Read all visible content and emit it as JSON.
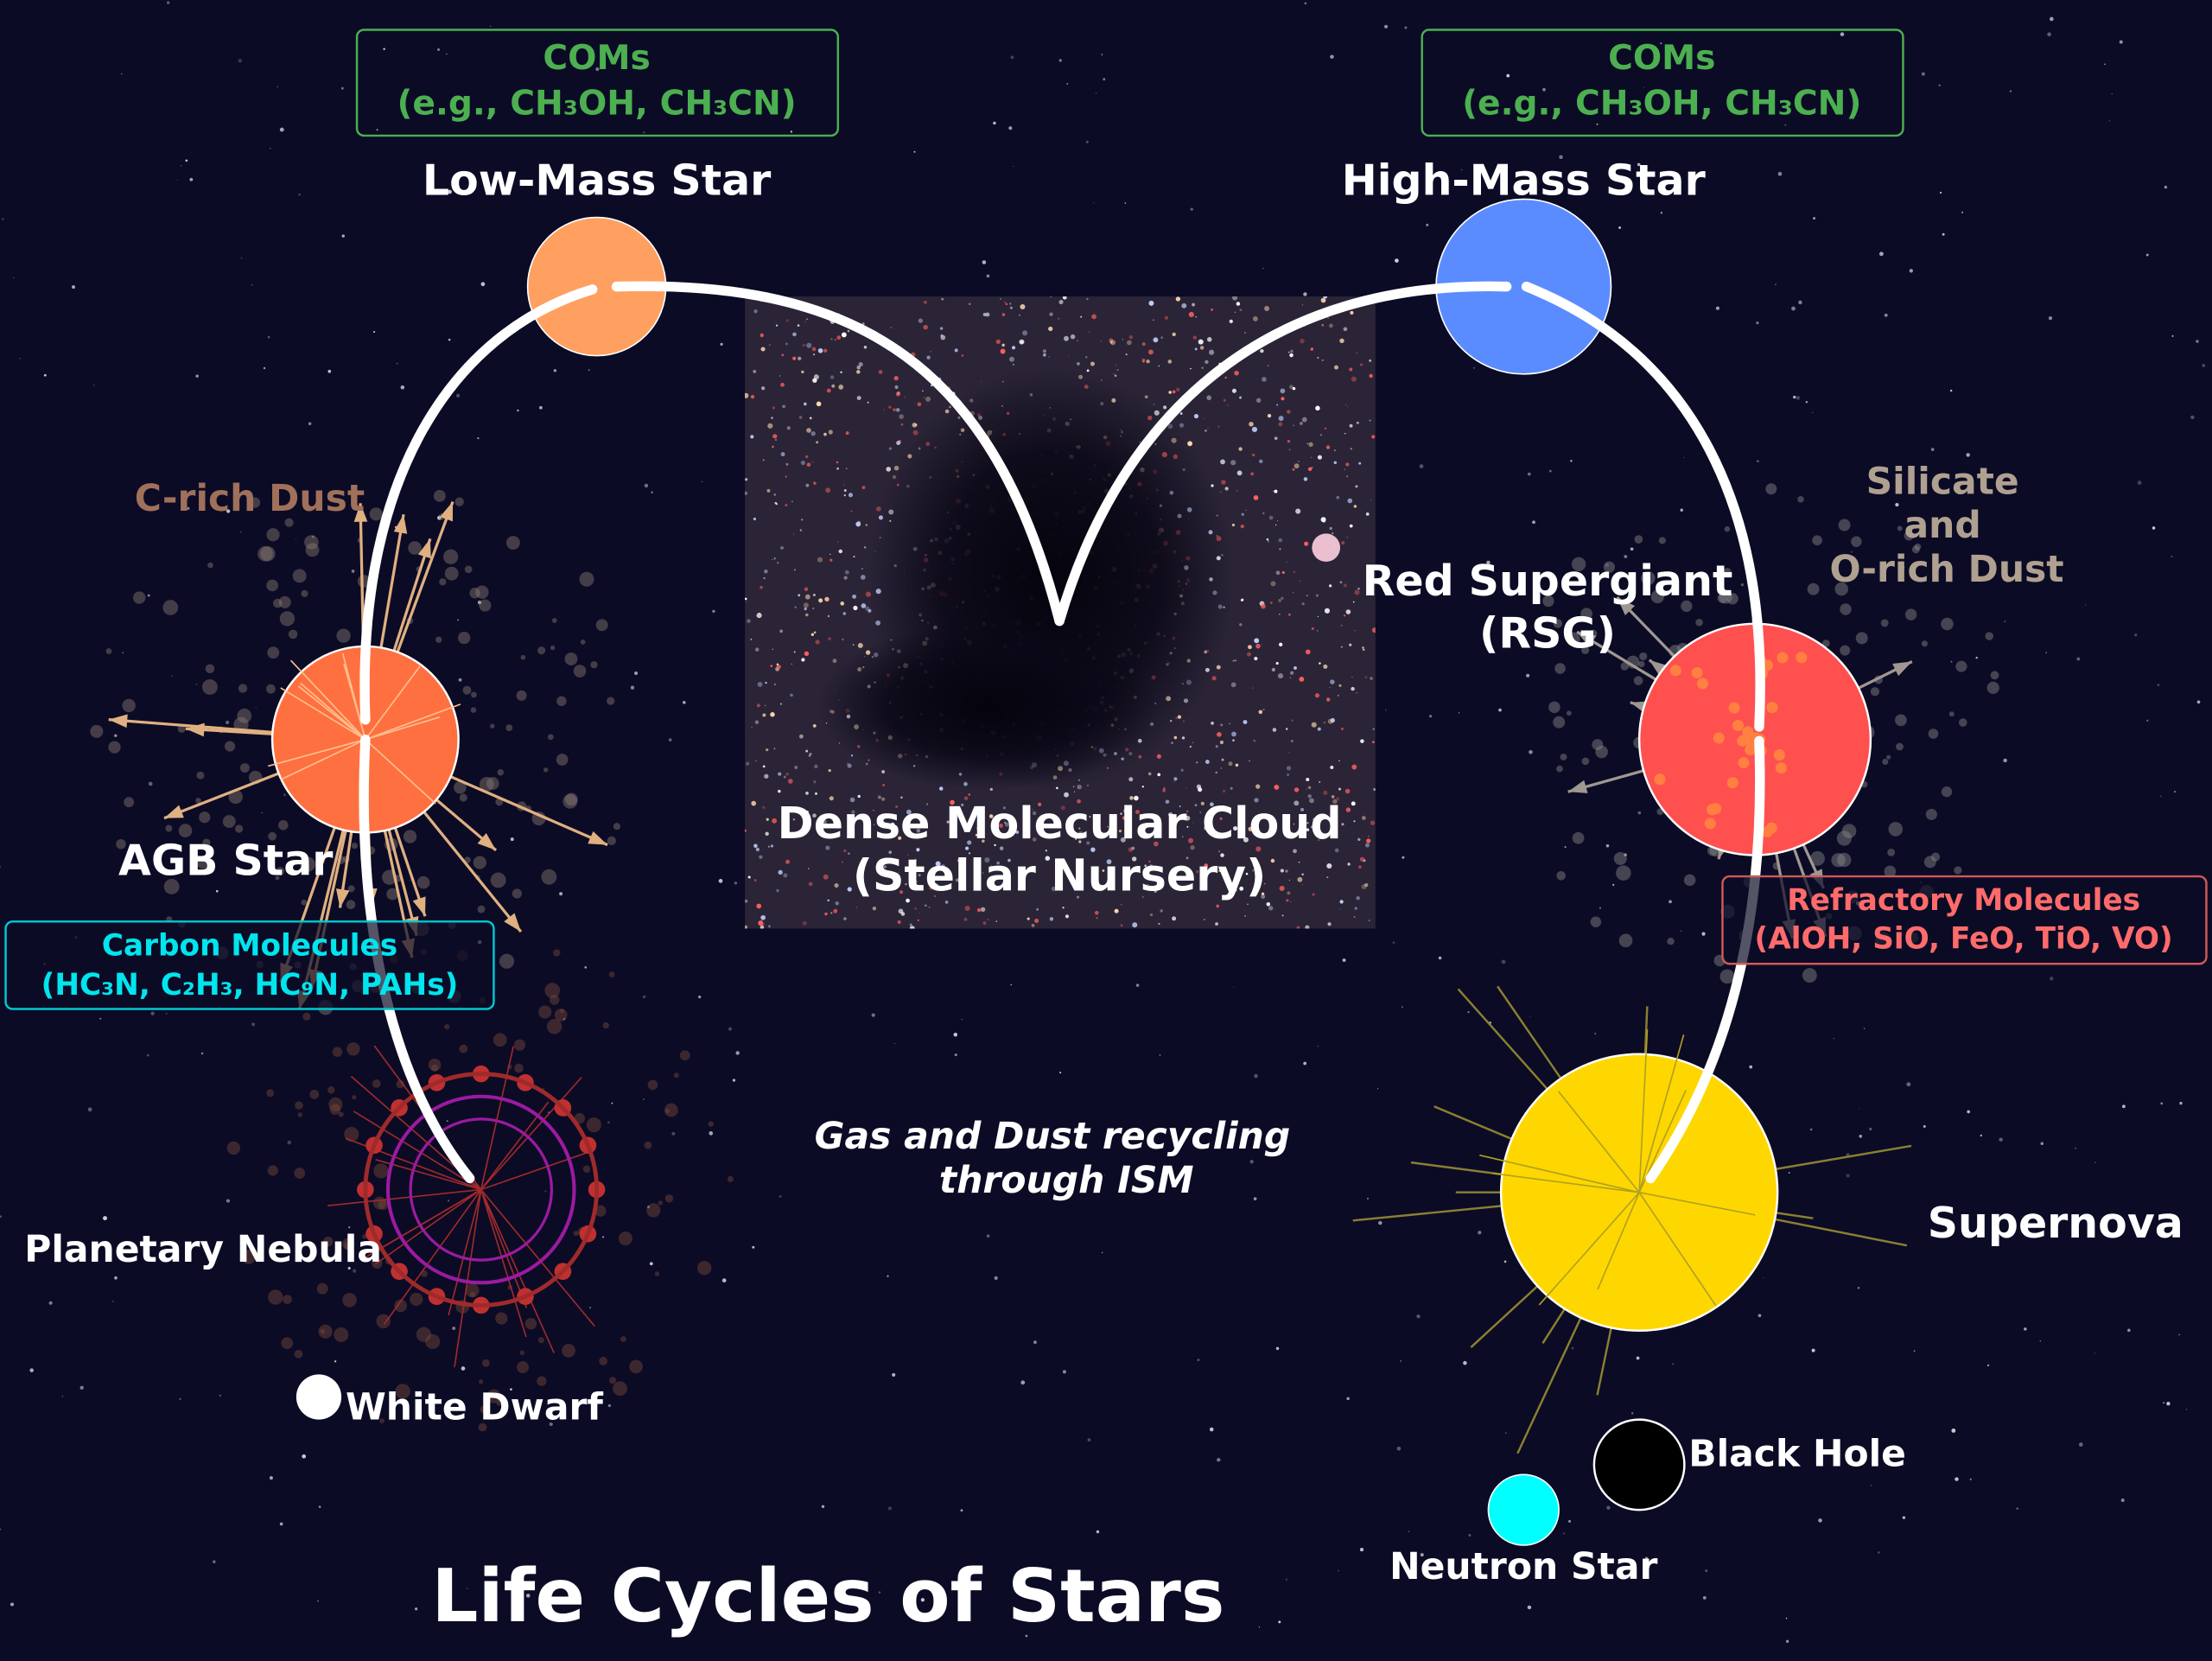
{
  "title": "Life Cycles of Stars",
  "cloud": {
    "line1": "Dense Molecular Cloud",
    "line2": "(Stellar Nursery)"
  },
  "recycling": {
    "line1": "Gas and Dust recycling",
    "line2": "through ISM"
  },
  "stages": {
    "low_mass": "Low-Mass Star",
    "high_mass": "High-Mass Star",
    "agb": "AGB Star",
    "rsg_line1": "Red Supergiant",
    "rsg_line2": "(RSG)",
    "planetary_nebula": "Planetary Nebula",
    "white_dwarf": "White Dwarf",
    "supernova": "Supernova",
    "black_hole": "Black Hole",
    "neutron_star": "Neutron Star"
  },
  "boxes": {
    "coms_left": {
      "line1": "COMs",
      "line2": "(e.g., CH₃OH, CH₃CN)"
    },
    "coms_right": {
      "line1": "COMs",
      "line2": "(e.g., CH₃OH, CH₃CN)"
    },
    "carbon": {
      "line1": "Carbon Molecules",
      "line2": "(HC₃N, C₂H₃, HC₉N, PAHs)"
    },
    "refractory": {
      "line1": "Refractory Molecules",
      "line2": "(AlOH, SiO, FeO, TiO, VO)"
    }
  },
  "dust": {
    "c_rich": "C-rich Dust",
    "silicate_line1": "Silicate",
    "silicate_line2": "and",
    "silicate_line3": "O-rich Dust"
  },
  "colors": {
    "background": "#0b0b26",
    "low_mass": "#ffa060",
    "high_mass": "#5a8cff",
    "agb": "#ff7040",
    "rsg": "#ff5050",
    "supernova": "#ffd700",
    "neutron": "#00ffff",
    "coms": "#4caf50",
    "carbon": "#00e5ee",
    "refractory": "#ff6b6b",
    "c_dust": "#a0705a",
    "si_dust": "#b0a090"
  }
}
